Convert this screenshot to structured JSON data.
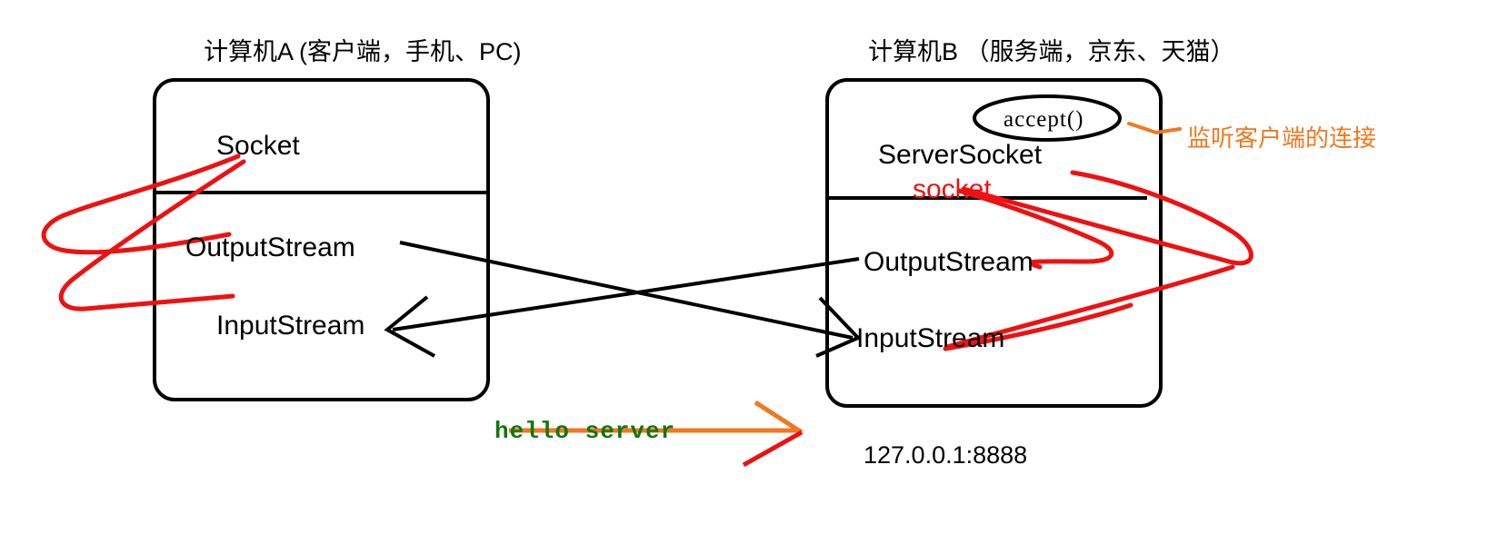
{
  "diagram": {
    "title_left": "计算机A (客户端，手机、PC)",
    "title_right": "计算机B  （服务端，京东、天猫）",
    "client_box": {
      "socket_label": "Socket",
      "output_stream_label": "OutputStream",
      "input_stream_label": "InputStream"
    },
    "server_box": {
      "server_socket_label": "ServerSocket",
      "socket_label": "socket",
      "output_stream_label": "OutputStream",
      "input_stream_label": "InputStream"
    },
    "accept_bubble_label": "accept()",
    "accept_annotation": "监听客户端的连接",
    "message_label": "hello server",
    "address_label": "127.0.0.1:8888",
    "colors": {
      "stroke": "#000000",
      "red": "#ee1111",
      "orange": "#f07820",
      "green": "#117711"
    }
  }
}
